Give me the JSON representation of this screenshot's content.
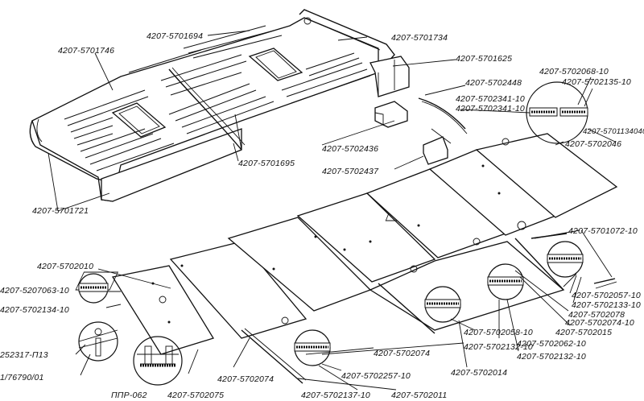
{
  "colors": {
    "ink": "#111111",
    "paper": "#ffffff"
  },
  "labels": {
    "l1694": "4207-5701694",
    "l1734": "4207-5701734",
    "l1746": "4207-5701746",
    "l1625": "4207-5701625",
    "l2448": "4207-5702448",
    "l2068": "4207-5702068-10",
    "l2135": "4207-5702135-10",
    "l2341a": "4207-5702341-10",
    "l2341b": "4207-5702341-10",
    "l134040": "4207-5701134040",
    "l2436": "4207-5702436",
    "l1695": "4207-5701695",
    "l2046": "4207-5702046",
    "l2437": "4207-5702437",
    "l1721": "4207-5701721",
    "l1072": "4207-5701072-10",
    "l2010": "4207-5702010",
    "l207063": "4207-5207063-10",
    "l2134": "4207-5702134-10",
    "l2057": "4207-5702057-10",
    "l2133": "4207-5702133-10",
    "l2078": "4207-5702078",
    "l2074r": "4207-5702074-10",
    "l2015": "4207-5702015",
    "l2058": "4207-5702058-10",
    "l2062": "4207-5702062-10",
    "l2132a": "4207-5702132-10",
    "l2132b": "4207-5702132-10",
    "l252317": "252317-П13",
    "l2074m": "4207-5702074",
    "l76790": "1/76790/01",
    "l2257": "4207-5702257-10",
    "l2014": "4207-5702014",
    "lppr": "ППР-062",
    "l2075": "4207-5702075",
    "l2074b": "4207-5702074",
    "l2137": "4207-5702137-10",
    "l2011": "4207-5702011"
  }
}
